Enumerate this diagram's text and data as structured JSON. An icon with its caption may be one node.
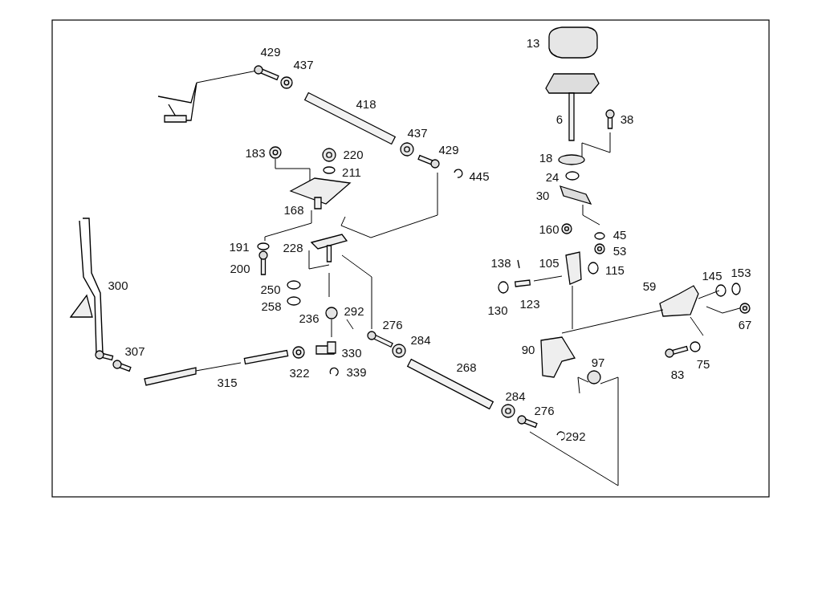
{
  "diagram": {
    "labels": [
      "13",
      "429",
      "437",
      "418",
      "6",
      "38",
      "437",
      "183",
      "220",
      "429",
      "18",
      "211",
      "445",
      "24",
      "30",
      "168",
      "160",
      "45",
      "191",
      "228",
      "53",
      "200",
      "138",
      "105",
      "115",
      "300",
      "59",
      "145",
      "153",
      "250",
      "258",
      "292",
      "130",
      "123",
      "236",
      "276",
      "67",
      "284",
      "307",
      "330",
      "90",
      "97",
      "83",
      "75",
      "268",
      "322",
      "339",
      "315",
      "284",
      "276",
      "292"
    ]
  }
}
